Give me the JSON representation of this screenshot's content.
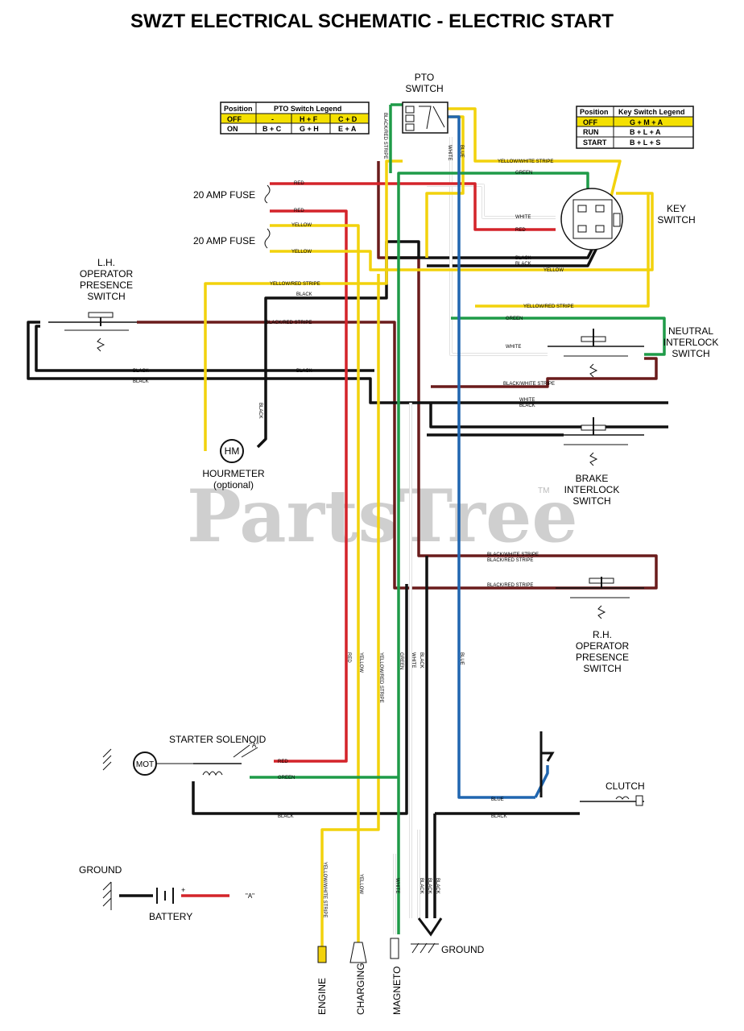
{
  "title": "SWZT ELECTRICAL SCHEMATIC - ELECTRIC START",
  "colors": {
    "red": "#d4242a",
    "yellow": "#f2d20c",
    "green": "#1f9b48",
    "blue": "#2066b0",
    "black": "#111111",
    "black_red": "#6a1c1c",
    "legend_highlight": "#f4e000"
  },
  "components": {
    "pto_switch": "PTO\nSWITCH",
    "key_switch": "KEY\nSWITCH",
    "fuse_1": "20 AMP FUSE",
    "fuse_2": "20 AMP FUSE",
    "lh_switch": "L.H.\nOPERATOR\nPRESENCE\nSWITCH",
    "neutral_switch": "NEUTRAL\nINTERLOCK\nSWITCH",
    "brake_switch": "BRAKE\nINTERLOCK\nSWITCH",
    "rh_switch": "R.H.\nOPERATOR\nPRESENCE\nSWITCH",
    "hourmeter": "HOURMETER",
    "hourmeter_note": "(optional)",
    "hourmeter_symbol": "HM",
    "starter_solenoid": "STARTER SOLENOID",
    "solenoid_terminal": "\"A\"",
    "motor_symbol": "MOT",
    "clutch": "CLUTCH",
    "ground_1": "GROUND",
    "ground_2": "GROUND",
    "battery": "BATTERY",
    "battery_terminal": "\"A\"",
    "engine": "ENGINE",
    "charging": "CHARGING",
    "magneto": "MAGNETO"
  },
  "pto_legend": {
    "headers": [
      "Position",
      "PTO Switch Legend"
    ],
    "rows": [
      [
        "OFF",
        "-",
        "H + F",
        "C + D"
      ],
      [
        "ON",
        "B + C",
        "G + H",
        "E + A"
      ]
    ]
  },
  "key_legend": {
    "headers": [
      "Position",
      "Key Switch Legend"
    ],
    "rows": [
      [
        "OFF",
        "G + M + A"
      ],
      [
        "RUN",
        "B + L + A"
      ],
      [
        "START",
        "B + L + S"
      ]
    ]
  },
  "wire_labels": {
    "red": "RED",
    "yellow": "YELLOW",
    "green": "GREEN",
    "white": "WHITE",
    "blue": "BLUE",
    "black": "BLACK",
    "yellow_white_stripe": "YELLOW/WHITE STRIPE",
    "yellow_red_stripe": "YELLOW/RED STRIPE",
    "black_red_stripe": "BLACK/RED STRIPE",
    "black_white_stripe": "BLACK/WHITE STRIPE"
  },
  "watermark": "PartsTree",
  "watermark_tm": "TM"
}
